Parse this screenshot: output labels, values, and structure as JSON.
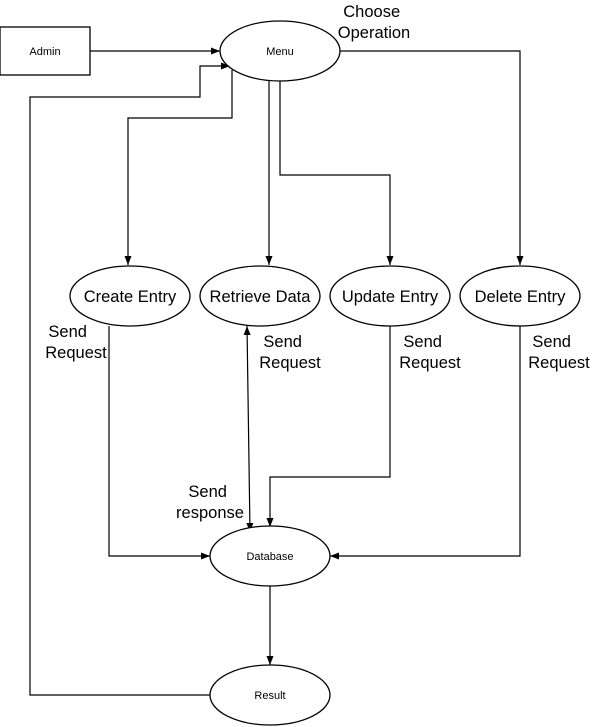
{
  "nodes": {
    "admin": "Admin",
    "menu": "Menu",
    "create_entry": "Create Entry",
    "retrieve_data": "Retrieve Data",
    "update_entry": "Update Entry",
    "delete_entry": "Delete Entry",
    "database": "Database",
    "result": "Result"
  },
  "labels": {
    "choose_operation": [
      "Choose",
      "Operation"
    ],
    "send_request_create": [
      "Send",
      "Request"
    ],
    "send_request_retrieve": [
      "Send",
      "Request"
    ],
    "send_request_update": [
      "Send",
      "Request"
    ],
    "send_request_delete": [
      "Send",
      "Request"
    ],
    "send_response": [
      "Send",
      "response"
    ]
  }
}
